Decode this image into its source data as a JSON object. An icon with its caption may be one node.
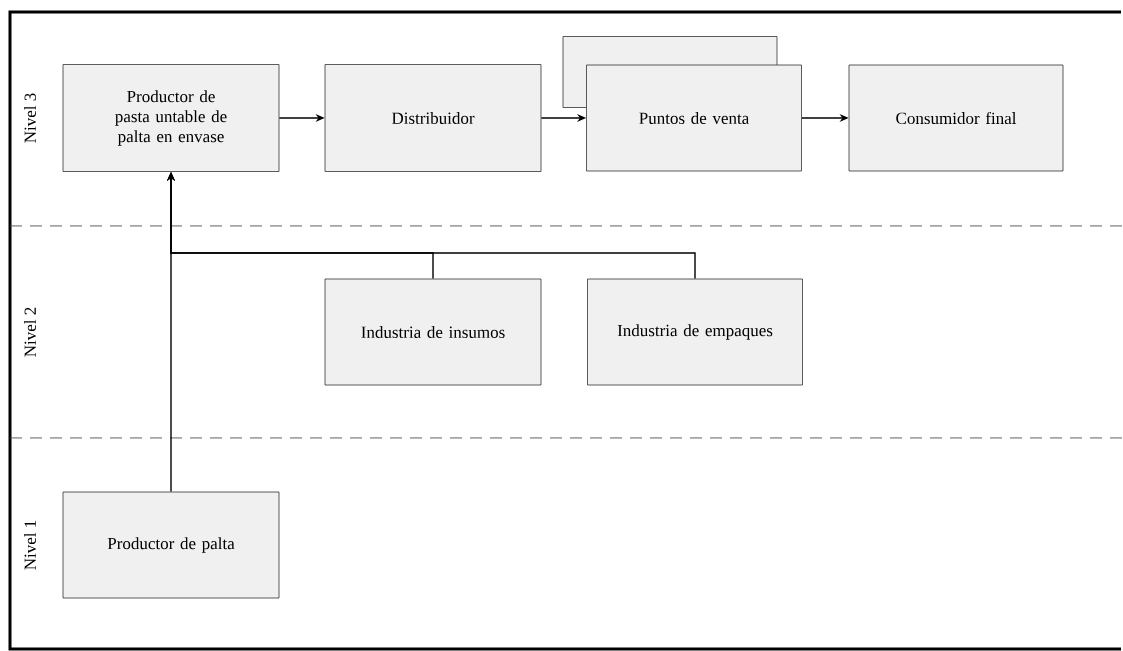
{
  "diagram": {
    "nodes": [
      {
        "text": [
          "Productor de pasta untable de palta en envase"
        ]
      },
      {
        "text": [
          "Distribuidor"
        ]
      },
      {
        "text": [],
        "shape": "box"
      },
      {
        "text": [
          "Puntos de venta"
        ]
      },
      {
        "text": [
          "Consumidor final"
        ]
      },
      {
        "text": [
          "Industria de insumos"
        ]
      },
      {
        "text": [
          "Industria de empaques"
        ]
      },
      {
        "text": [
          "Productor de palta"
        ]
      }
    ],
    "edges": [
      {
        "from": 0,
        "to": 1,
        "arrow": "to"
      },
      {
        "from": 1,
        "to": 3,
        "arrow": "to"
      },
      {
        "from": 3,
        "to": 4,
        "arrow": "to"
      },
      {
        "from": 7,
        "to": 0,
        "arrow": "to"
      },
      {
        "from": 5,
        "to": 0,
        "arrow": "to"
      },
      {
        "from": 6,
        "to": 0,
        "arrow": "to"
      }
    ],
    "labels": [
      "Nivel 3",
      "Nivel 2",
      "Nivel 1"
    ]
  }
}
